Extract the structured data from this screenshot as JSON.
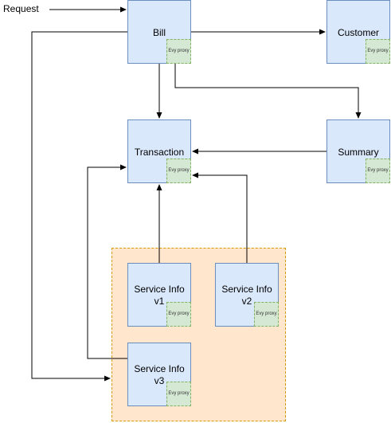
{
  "nodes": {
    "bill": {
      "label": "Bill",
      "proxy": "Evy proxy"
    },
    "customer": {
      "label": "Customer",
      "proxy": "Evy proxy"
    },
    "transaction": {
      "label": "Transaction",
      "proxy": "Evy proxy"
    },
    "summary": {
      "label": "Summary",
      "proxy": "Evy proxy"
    },
    "service_info_v1": {
      "label": "Service Info v1",
      "proxy": "Evy proxy"
    },
    "service_info_v2": {
      "label": "Service Info v2",
      "proxy": "Evy proxy"
    },
    "service_info_v3": {
      "label": "Service Info v3",
      "proxy": "Evy proxy"
    }
  },
  "external": {
    "request_label": "Request"
  },
  "edges": [
    {
      "from": "request",
      "to": "bill"
    },
    {
      "from": "bill",
      "to": "customer"
    },
    {
      "from": "bill",
      "to": "transaction"
    },
    {
      "from": "bill",
      "to": "summary"
    },
    {
      "from": "bill",
      "to": "service_info_v3"
    },
    {
      "from": "summary",
      "to": "transaction"
    },
    {
      "from": "service_info_v1",
      "to": "transaction"
    },
    {
      "from": "service_info_v2",
      "to": "transaction"
    },
    {
      "from": "service_info_v3",
      "to": "transaction"
    }
  ],
  "colors": {
    "service_fill": "#dae8fc",
    "service_stroke": "#6c8ebf",
    "proxy_fill": "#d5e8d4",
    "proxy_stroke": "#82b366",
    "zone_fill": "#ffe6cc",
    "zone_stroke": "#d79b00",
    "edge": "#000000"
  }
}
